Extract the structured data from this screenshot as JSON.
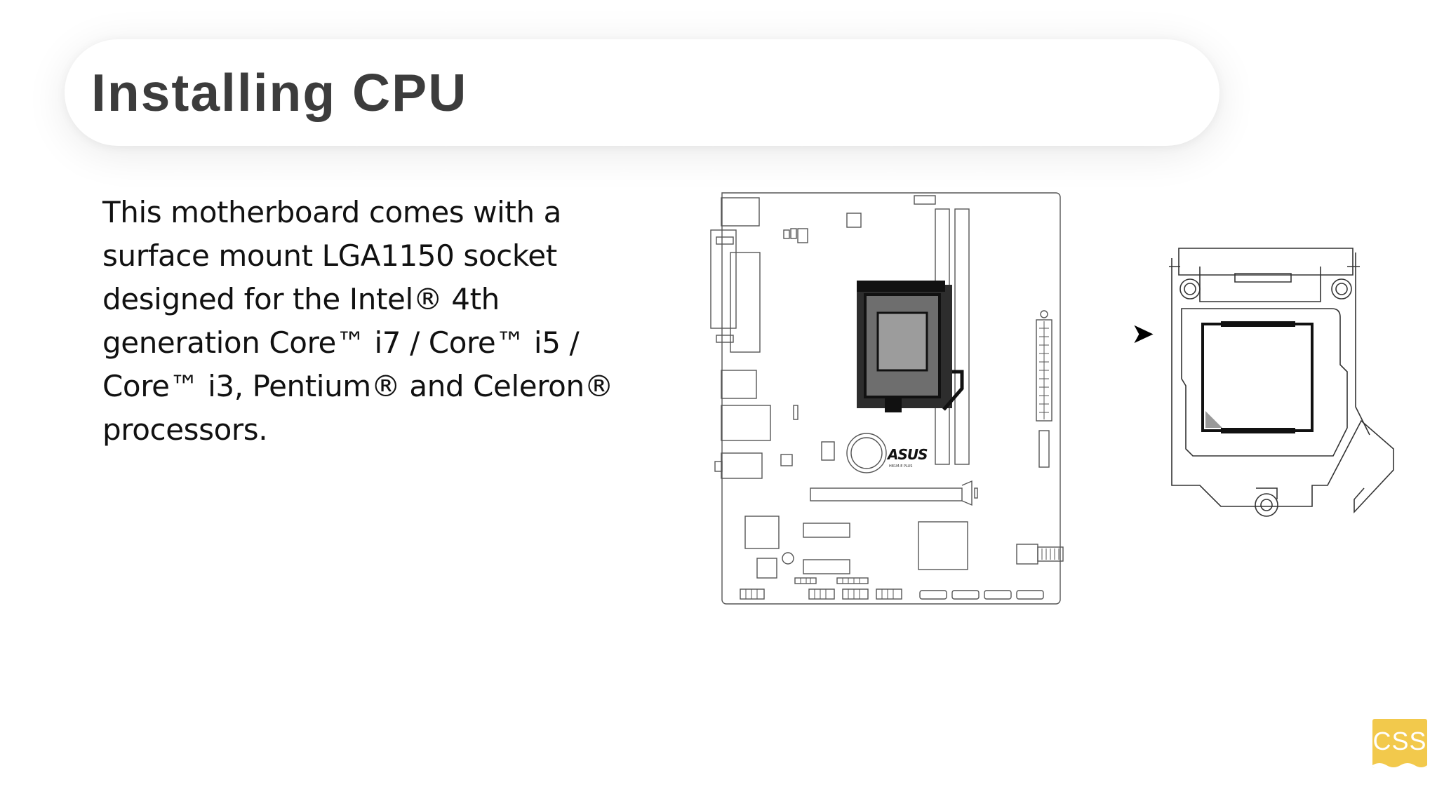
{
  "slide": {
    "title": "Installing CPU",
    "body": "This motherboard comes with a surface mount LGA1150 socket designed for the Intel® 4th generation Core™ i7 / Core™ i5 / Core™ i3, Pentium® and Celeron® processors.",
    "arrow_glyph": "➤"
  },
  "diagram": {
    "brand_label": "ASUS",
    "model_label": "H81M-E PLUS"
  },
  "logo": {
    "text": "CSS",
    "background_color": "#f2c94c"
  },
  "colors": {
    "title_text": "#3c3c3c",
    "body_text": "#111111",
    "background": "#ffffff"
  }
}
